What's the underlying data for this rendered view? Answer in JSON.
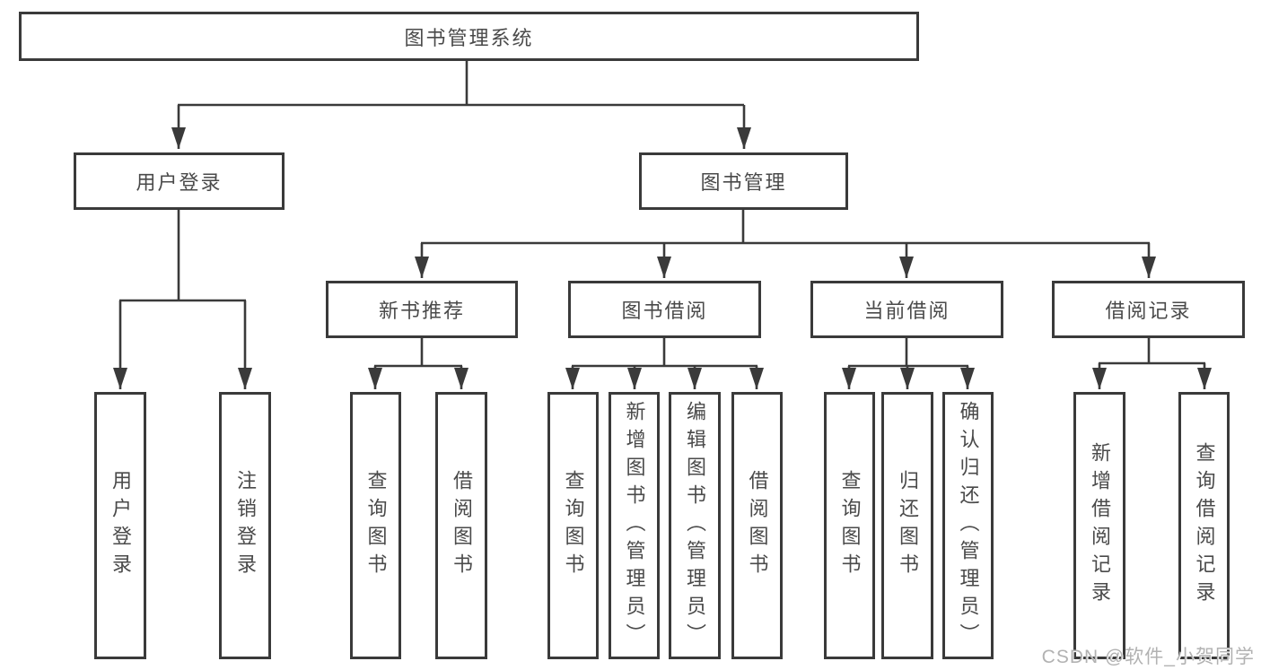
{
  "tree": {
    "root": "图书管理系统",
    "children": [
      {
        "label": "用户登录",
        "children": [
          "用户登录",
          "注销登录"
        ]
      },
      {
        "label": "图书管理",
        "children": [
          {
            "label": "新书推荐",
            "children": [
              "查询图书",
              "借阅图书"
            ]
          },
          {
            "label": "图书借阅",
            "children": [
              "查询图书",
              "新增图书（管理员）",
              "编辑图书（管理员）",
              "借阅图书"
            ]
          },
          {
            "label": "当前借阅",
            "children": [
              "查询图书",
              "归还图书",
              "确认归还（管理员）"
            ]
          },
          {
            "label": "借阅记录",
            "children": [
              "新增借阅记录",
              "查询借阅记录"
            ]
          }
        ]
      }
    ]
  },
  "watermark": "CSDN @软件_小贺同学",
  "colors": {
    "line": "#3a3a3a",
    "border": "#3a3a3a",
    "text": "#4a4a4a",
    "watermark": "#b2b2b2",
    "background": "#ffffff"
  }
}
